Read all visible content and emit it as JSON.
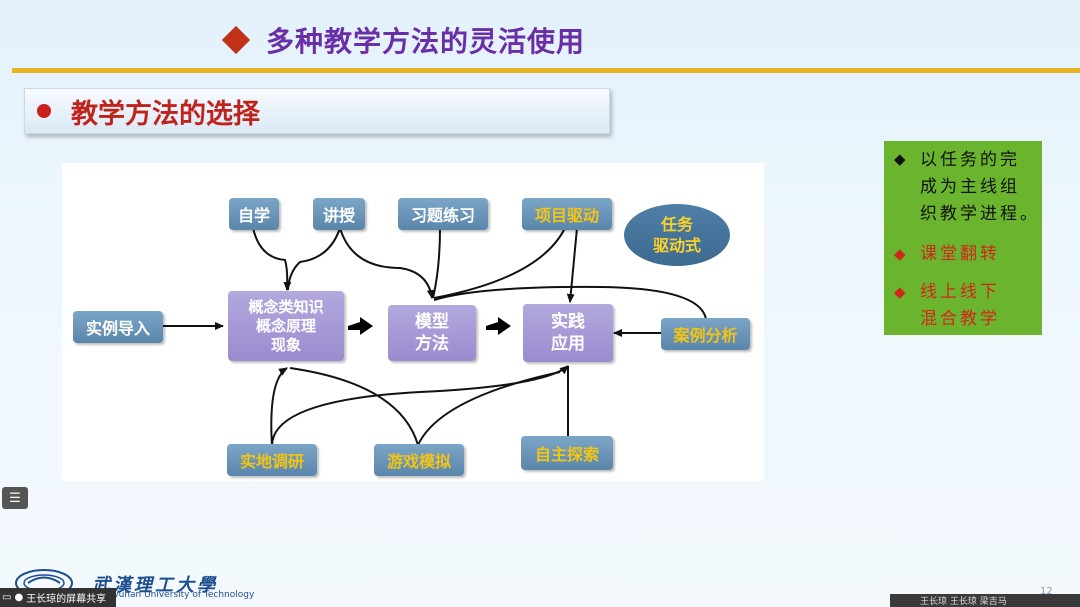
{
  "slide": {
    "title": "多种教学方法的灵活使用",
    "section_title": "教学方法的选择"
  },
  "diagram": {
    "nodes": {
      "zixue": "自学",
      "jiangshou": "讲授",
      "xiti": "习题练习",
      "xiangmu": "项目驱动",
      "task": "任务\n驱动式",
      "shili": "实例导入",
      "gainian": "概念类知识\n概念原理\n现象",
      "moxing": "模型\n方法",
      "shijian": "实践\n应用",
      "anli": "案例分析",
      "shidi": "实地调研",
      "youxi": "游戏模拟",
      "zizhu": "自主探索"
    }
  },
  "sidebar_box": {
    "items": [
      {
        "mark": "◆",
        "text": "以任务的完\n成为主线组\n织教学进程。",
        "color": "#111111"
      },
      {
        "mark": "◆",
        "text": "课堂翻转",
        "color": "#d0261c"
      },
      {
        "mark": "◆",
        "text": "线上线下\n混合教学",
        "color": "#d0261c"
      }
    ]
  },
  "footer": {
    "university_cn": "武漢理工大學",
    "university_en": "Wuhan University of Technology",
    "page_number": "12",
    "screen_share_label": "王长琼的屏幕共享",
    "video_label": "王长琼 王长琼 梁吉马"
  },
  "colors": {
    "title_purple": "#6a2ea8",
    "accent_red": "#c0311a",
    "rule_gold": "#e6b323",
    "node_blue": "#5b86ab",
    "node_purple": "#9b8bcf",
    "gold_text": "#f2c414",
    "green_box": "#6ab52d"
  }
}
